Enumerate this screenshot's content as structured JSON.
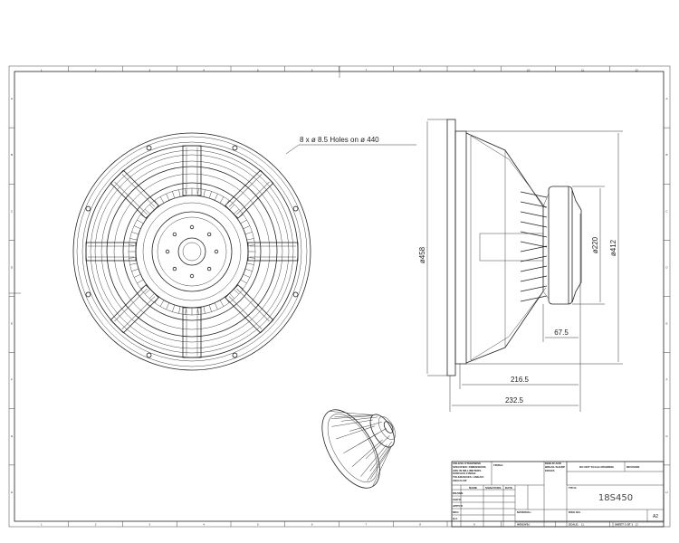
{
  "border": {
    "columns": [
      "1",
      "2",
      "3",
      "4",
      "5",
      "6",
      "7",
      "8",
      "9",
      "10",
      "11",
      "12"
    ],
    "rows": [
      "A",
      "B",
      "C",
      "D",
      "E",
      "F",
      "G",
      "H"
    ]
  },
  "front_view": {
    "hole_note": "8 x  ø  8.5 Holes on     ø  440"
  },
  "side_view": {
    "dim_frame_diameter": "ø458",
    "dim_cone_diameter": "ø412",
    "dim_magnet_diameter": "ø220",
    "dim_magnet_depth": "67.5",
    "dim_depth": "216.5",
    "dim_total_depth": "232.5"
  },
  "title_block": {
    "tolerance_note": "UNLESS OTHERWISE SPECIFIED: DIMENSIONS ARE IN MILLIMETERS SURFACE FINISH: TOLERANCES: LINEAR: ANGULAR:",
    "finish_label": "FINISH:",
    "deburr_note": "DEBUR AND BREAK SHARP EDGES",
    "do_not_scale": "DO NOT SCALE DRAWING",
    "revision_label": "REVISION",
    "name_header": "NAME",
    "signature_header": "SIGNATURE",
    "date_header": "DATE",
    "rows": [
      "DRAWN",
      "CHK'D",
      "APPV'D",
      "MFG",
      "Q.A"
    ],
    "material_label": "MATERIAL:",
    "weight_label": "WEIGHT:",
    "title_label": "TITLE:",
    "title_value": "18S450",
    "dwg_no_label": "DWG NO.",
    "sheet_size": "A2",
    "scale_label": "SCALE:",
    "sheet_label": "SHEET 1 OF 1"
  }
}
